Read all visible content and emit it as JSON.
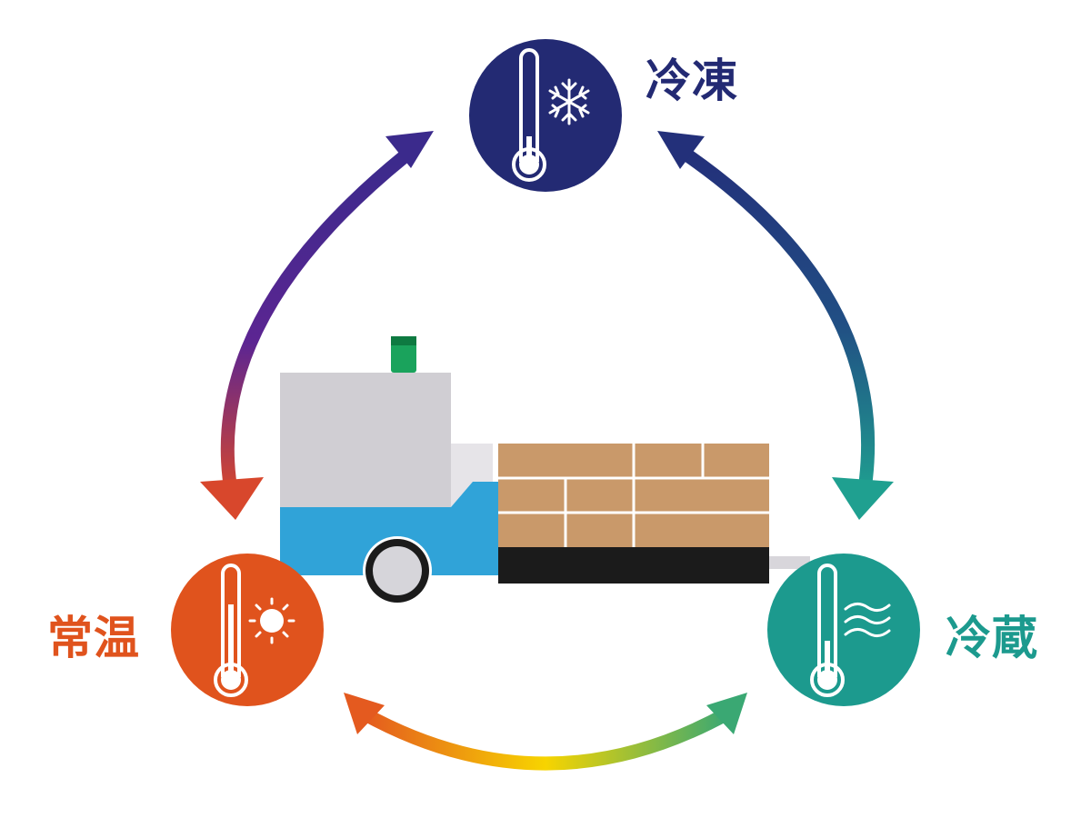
{
  "zones": {
    "frozen": {
      "label": "冷凍",
      "color": "#232a73",
      "icon": "snowflake-icon"
    },
    "ambient": {
      "label": "常温",
      "color": "#e0531d",
      "icon": "sun-icon"
    },
    "chilled": {
      "label": "冷蔵",
      "color": "#1c9a8e",
      "icon": "waves-icon"
    }
  },
  "arrow_colors": {
    "frozen_ambient": [
      "#3b2a8c",
      "#5c2592",
      "#d8472c"
    ],
    "frozen_chilled": [
      "#23307a",
      "#214f84",
      "#1fa090"
    ],
    "ambient_chilled": [
      "#e45a1f",
      "#f7d400",
      "#3aa873"
    ]
  },
  "vehicle": {
    "body_color": "#d0ced3",
    "base_color": "#30a3d8",
    "beacon_color": "#1aa35c",
    "cargo_color": "#c9996a",
    "pallet_color": "#1b1b1b"
  }
}
